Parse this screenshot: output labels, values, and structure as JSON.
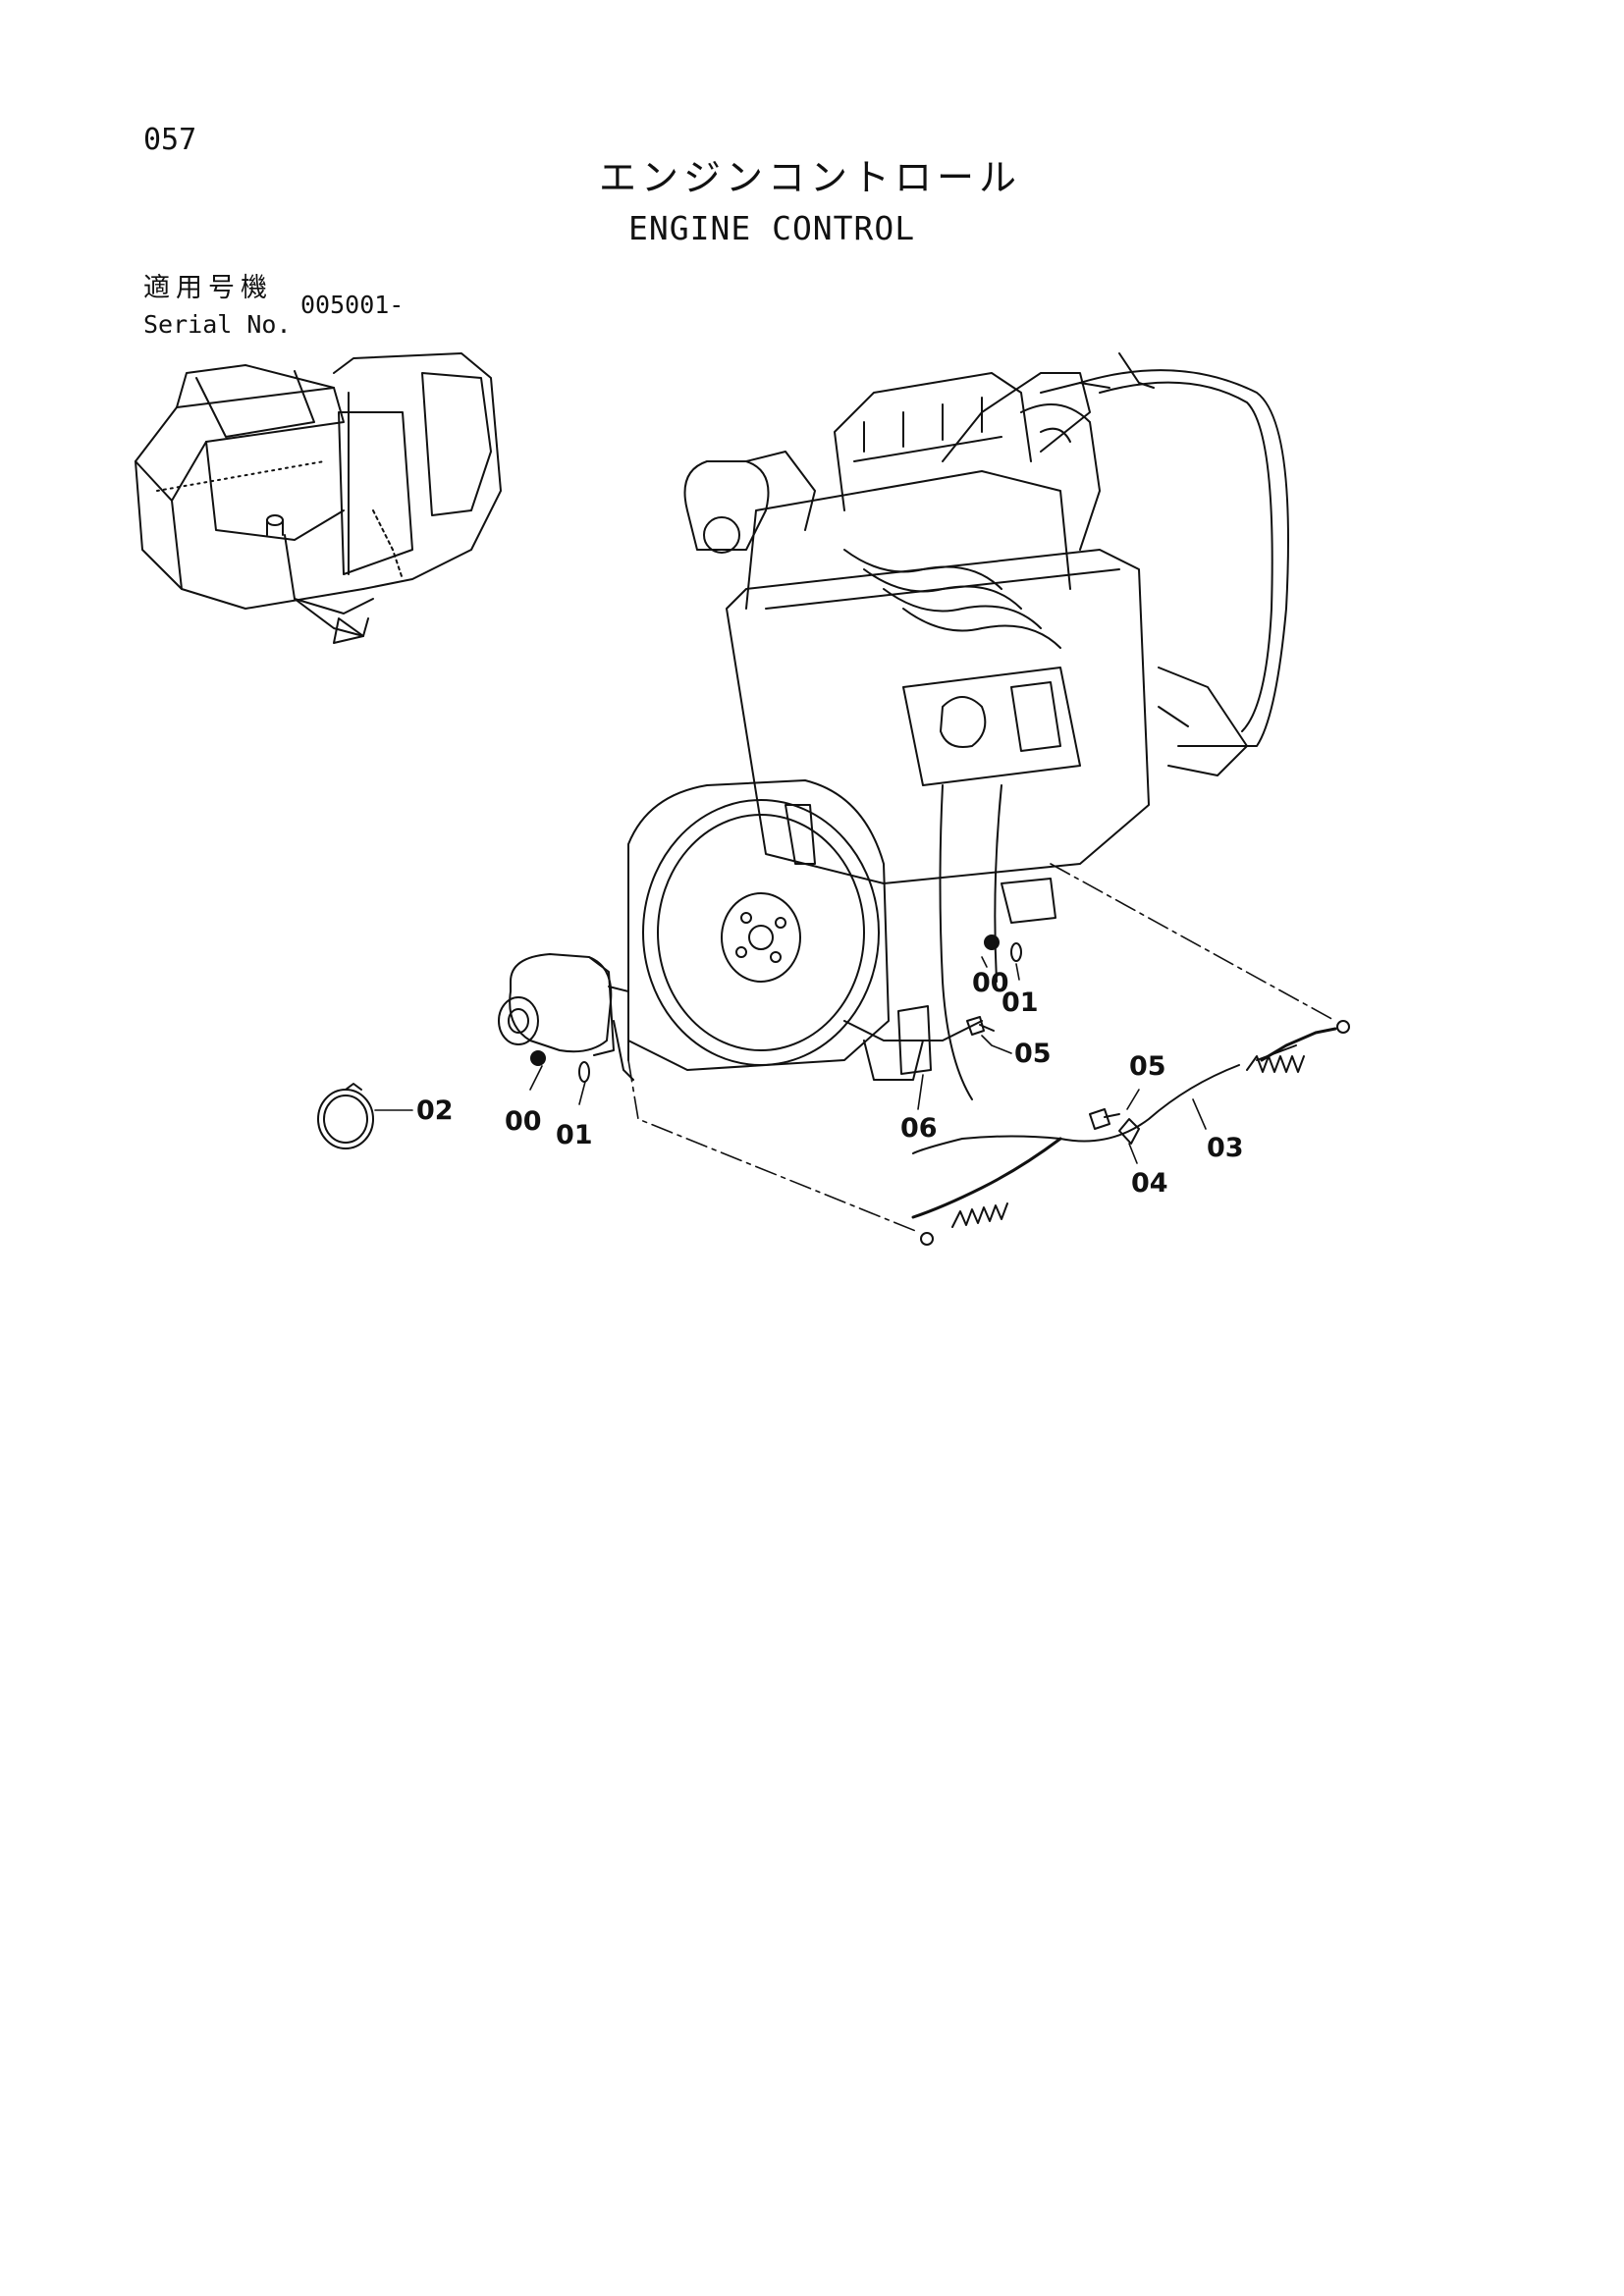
{
  "header": {
    "page_number": "057",
    "title_jp": "エンジンコントロール",
    "title_en": "ENGINE CONTROL"
  },
  "serial": {
    "label_jp": "適用号機",
    "label_en": "Serial No.",
    "value": "005001-"
  },
  "callouts": [
    "00",
    "01",
    "00",
    "01",
    "02",
    "03",
    "04",
    "05",
    "05",
    "06"
  ],
  "colors": {
    "ink": "#111111",
    "paper": "#ffffff"
  }
}
